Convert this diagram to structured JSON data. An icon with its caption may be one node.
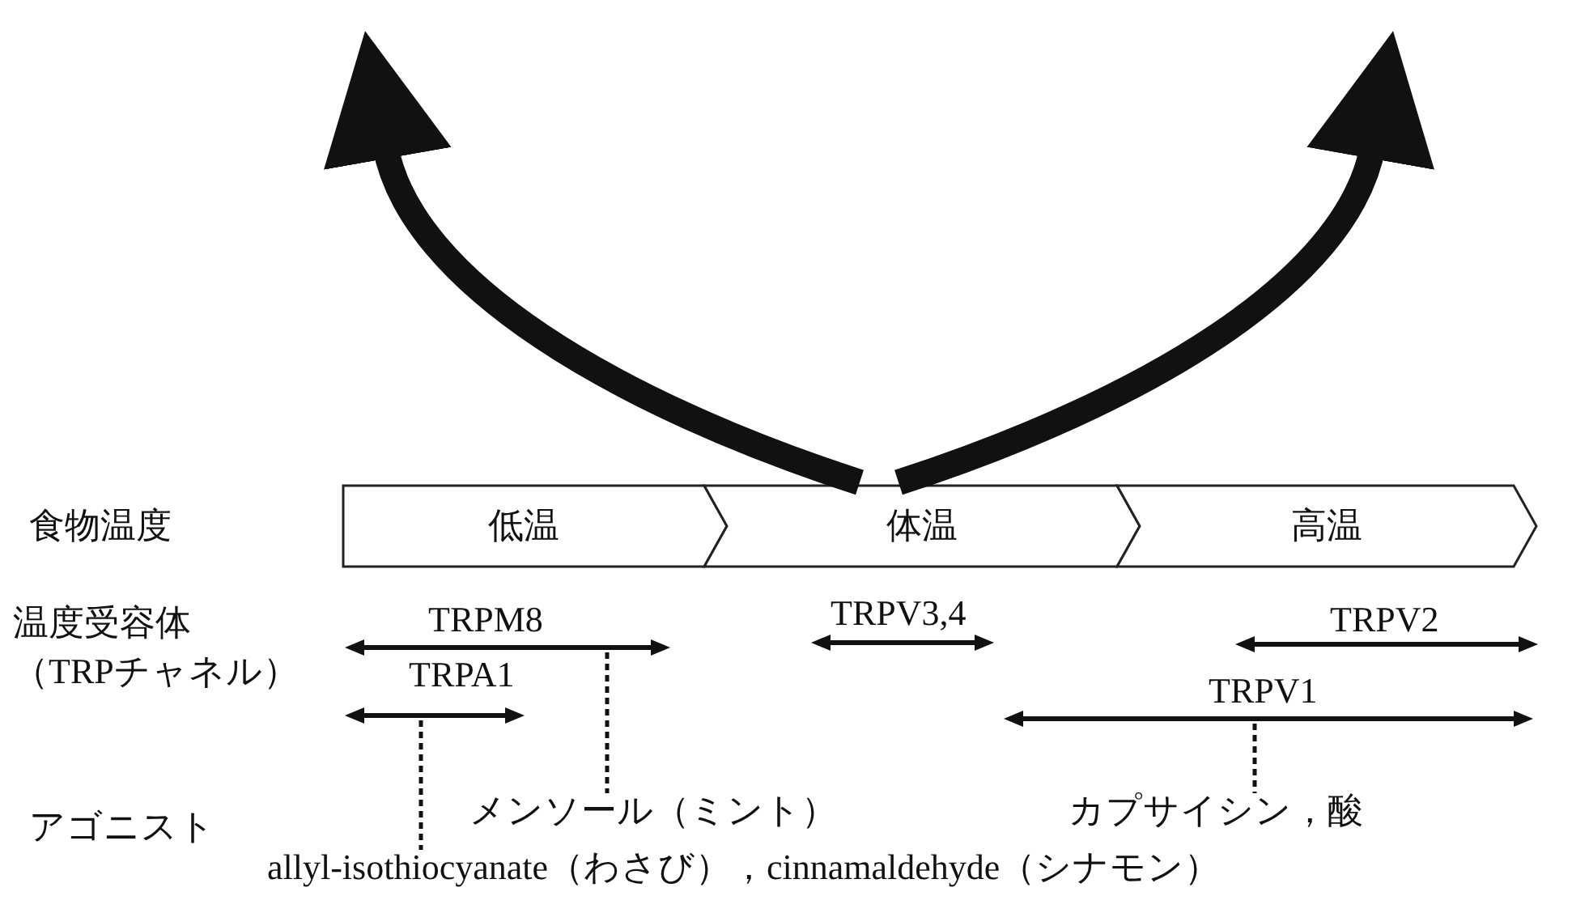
{
  "diagram": {
    "nodes": [
      {
        "text": [
          "低温"
        ]
      },
      {
        "text": [
          "体温"
        ]
      },
      {
        "text": [
          "高温"
        ]
      },
      {
        "text": [
          "TRPM8"
        ]
      },
      {
        "text": [
          "TRPV3,4"
        ]
      },
      {
        "text": [
          "TRPV2"
        ]
      },
      {
        "text": [
          "TRPA1"
        ]
      },
      {
        "text": [
          "TRPV1"
        ]
      },
      {
        "text": [
          "メンソール（ミント）"
        ]
      },
      {
        "text": [
          "カプサイシン，酸"
        ]
      },
      {
        "text": [
          "allyl-isothiocyanate（わさび），cinnamaldehyde（シナモン）"
        ]
      }
    ],
    "edges": [
      {
        "from": 1,
        "to": null,
        "arrow": "to",
        "style": "thick"
      },
      {
        "from": 1,
        "to": null,
        "arrow": "to",
        "style": "thick"
      },
      {
        "from": 3,
        "to": 8,
        "arrow": "none",
        "style": "dashed"
      },
      {
        "from": 6,
        "to": 10,
        "arrow": "none",
        "style": "dashed"
      },
      {
        "from": 7,
        "to": 9,
        "arrow": "none",
        "style": "dashed"
      }
    ],
    "labels": [
      "食物温度",
      "温度受容体（TRPチャネル）",
      "アゴニスト"
    ]
  }
}
